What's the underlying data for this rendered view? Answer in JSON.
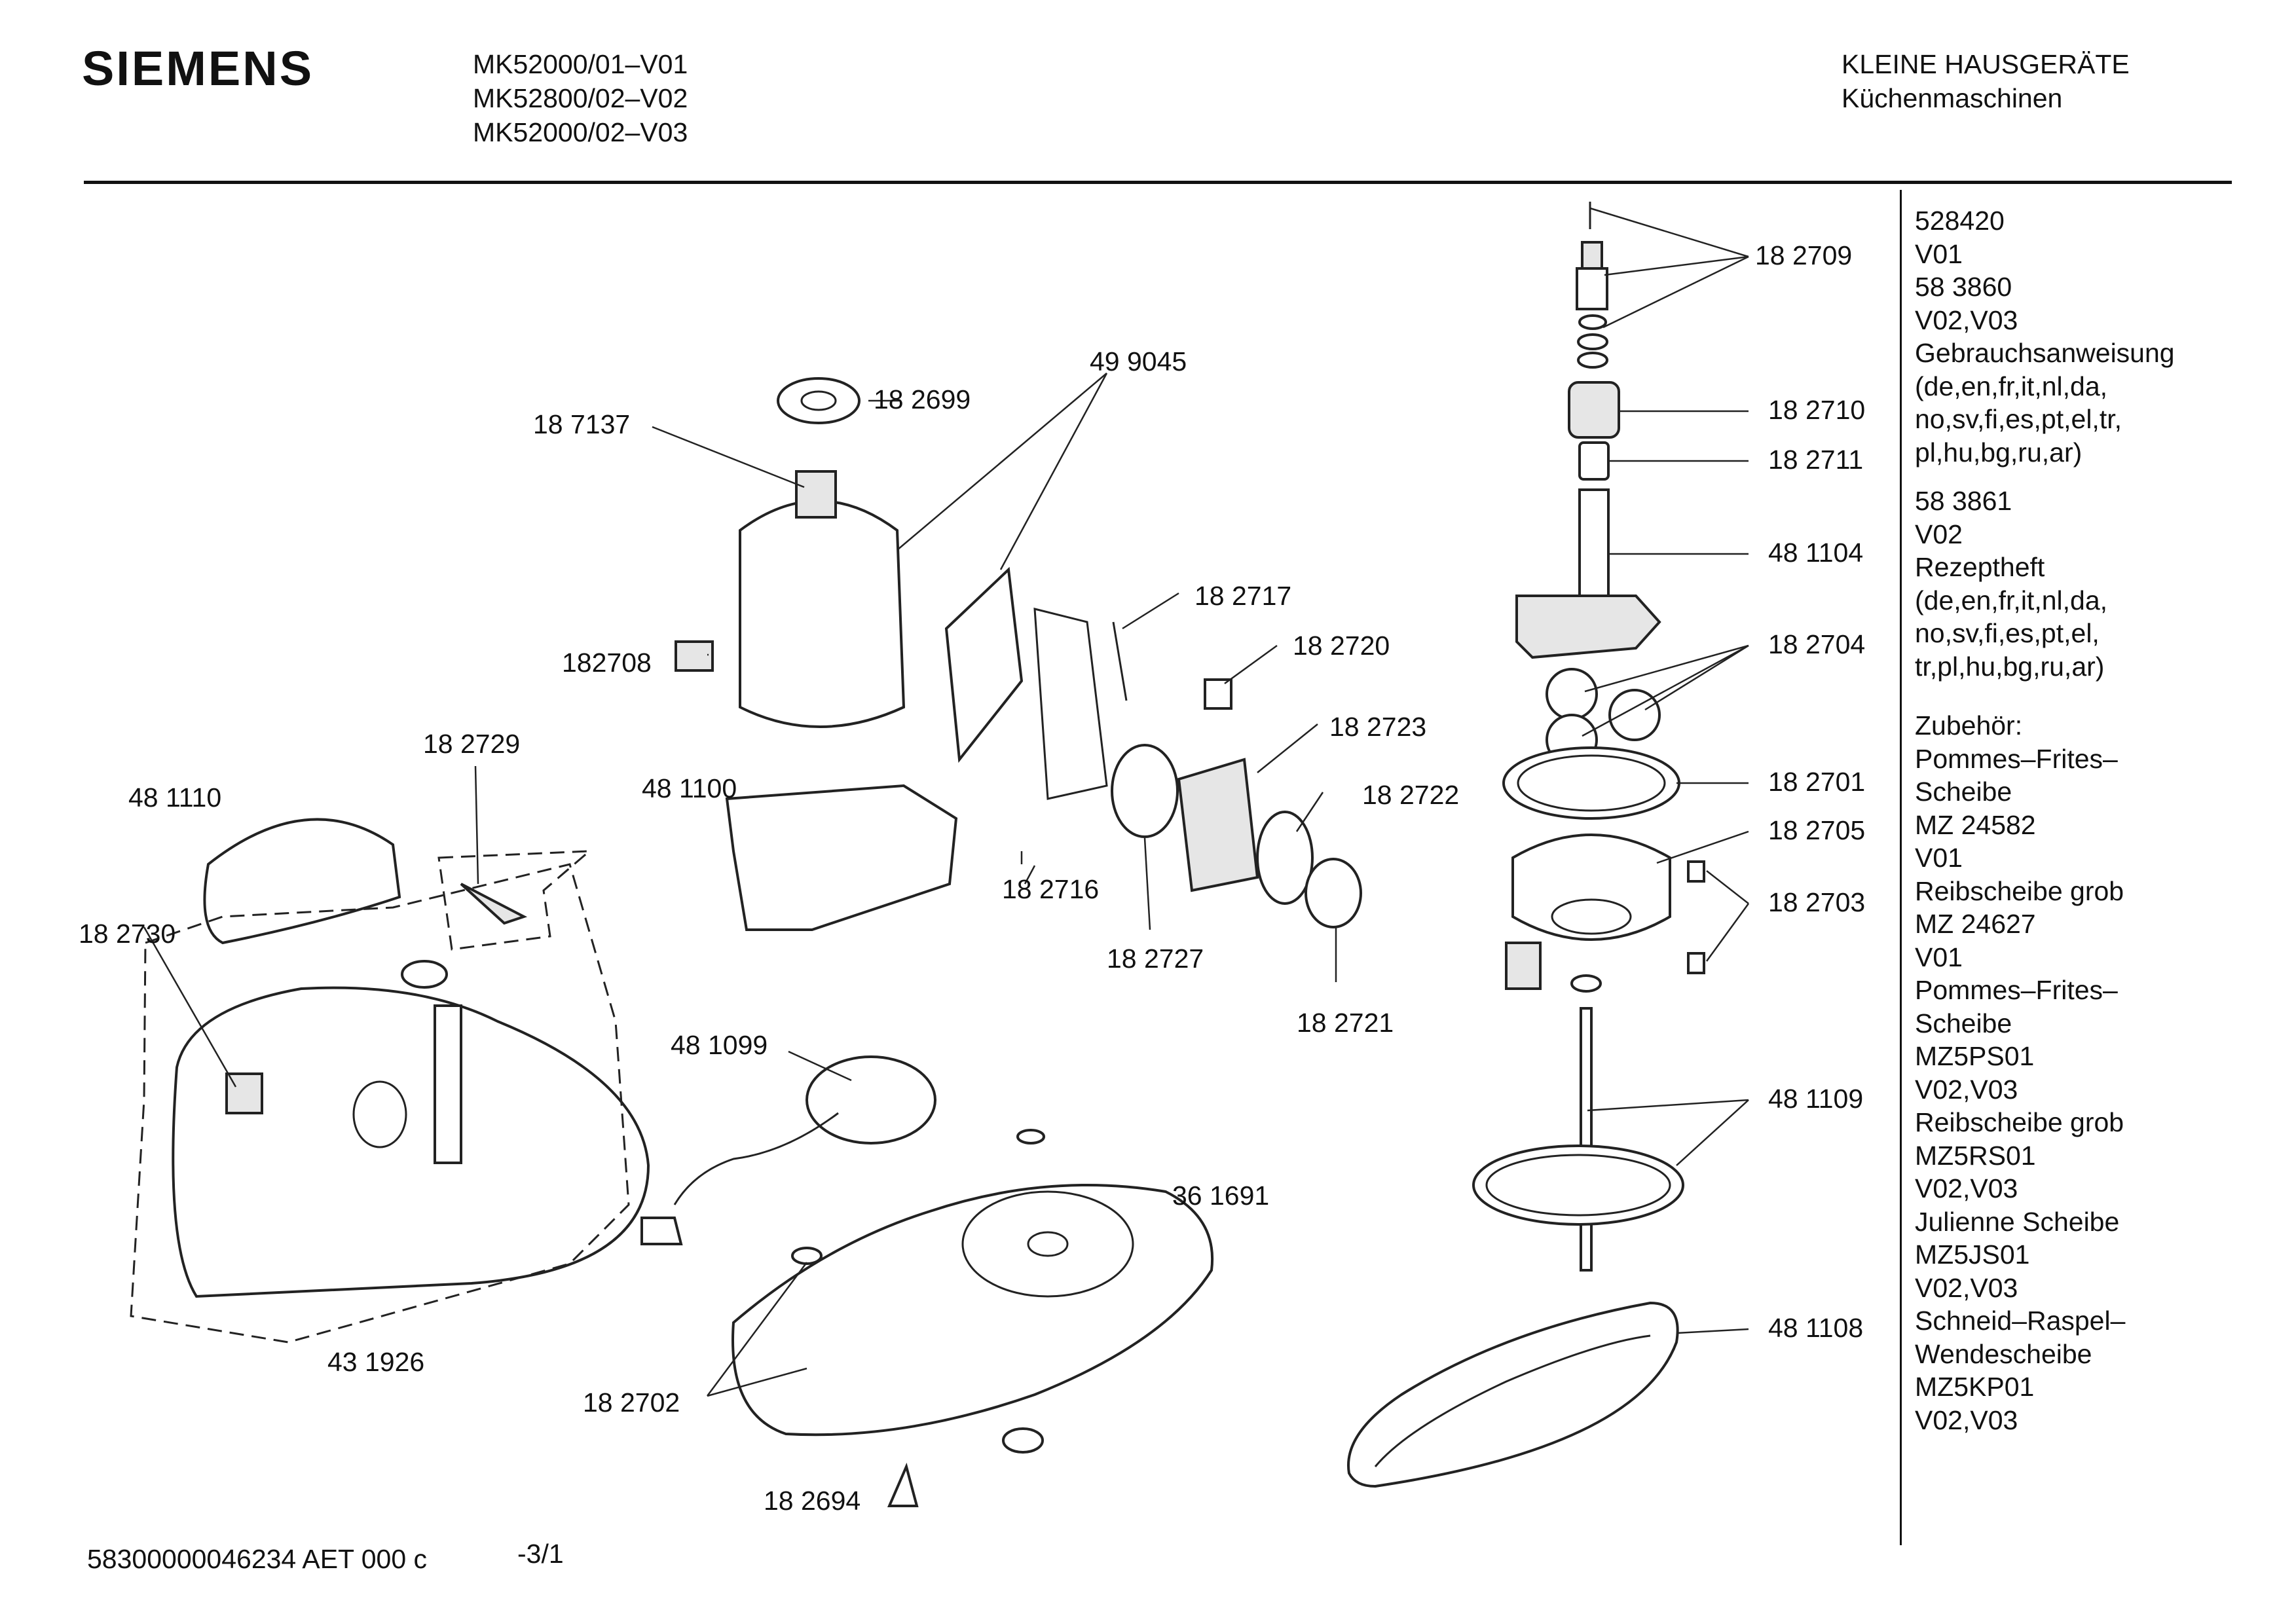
{
  "brand": "SIEMENS",
  "models": [
    "MK52000/01–V01",
    "MK52800/02–V02",
    "MK52000/02–V03"
  ],
  "category": {
    "line1": "KLEINE HAUSGERÄTE",
    "line2": "Küchenmaschinen"
  },
  "sidebar": [
    [
      "528420",
      "V01",
      "58 3860",
      "V02,V03",
      "Gebrauchsanweisung",
      "(de,en,fr,it,nl,da,",
      "no,sv,fi,es,pt,el,tr,",
      "pl,hu,bg,ru,ar)"
    ],
    [
      "58 3861",
      "V02",
      "Rezeptheft",
      "(de,en,fr,it,nl,da,",
      "no,sv,fi,es,pt,el,",
      "tr,pl,hu,bg,ru,ar)"
    ],
    [
      "Zubehör:",
      "Pommes–Frites–",
      "Scheibe",
      "MZ 24582",
      "V01",
      "Reibscheibe grob",
      "MZ 24627",
      "V01",
      "Pommes–Frites–",
      "Scheibe",
      "MZ5PS01",
      "V02,V03",
      "Reibscheibe grob",
      "MZ5RS01",
      "V02,V03",
      "Julienne Scheibe",
      "MZ5JS01",
      "V02,V03",
      "Schneid–Raspel–",
      "Wendescheibe",
      "MZ5KP01",
      "V02,V03"
    ]
  ],
  "part_labels": {
    "p182709": "18 2709",
    "p182710": "18 2710",
    "p182711": "18 2711",
    "p481104": "48 1104",
    "p182704": "18 2704",
    "p182701": "18 2701",
    "p182705": "18 2705",
    "p182703": "18 2703",
    "p481109": "48 1109",
    "p481108": "48 1108",
    "p182699": "18 2699",
    "p499045": "49 9045",
    "p187137": "18 7137",
    "p182717": "18 2717",
    "p182720": "18 2720",
    "p182708": "182708",
    "p182723": "18 2723",
    "p182729": "18 2729",
    "p182722": "18 2722",
    "p481110": "48 1110",
    "p481100": "48 1100",
    "p182716": "18 2716",
    "p182730": "18 2730",
    "p182727": "18 2727",
    "p182721": "18 2721",
    "p481099": "48 1099",
    "p361691": "36 1691",
    "p431926": "43 1926",
    "p182702": "18 2702",
    "p182694": "18 2694"
  },
  "footer": {
    "code": "58300000046234 AET 000 c",
    "page": "-3/1"
  }
}
